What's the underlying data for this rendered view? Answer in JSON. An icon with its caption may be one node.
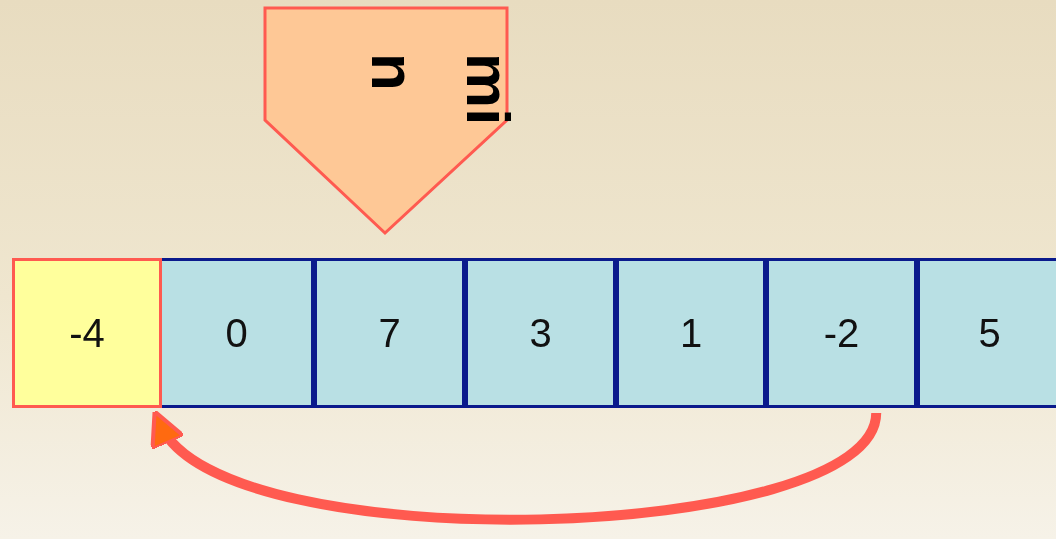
{
  "diagram": {
    "nodes": [
      {
        "text": [
          "min"
        ]
      },
      {
        "text": [
          "-4"
        ]
      },
      {
        "text": [
          "0"
        ]
      },
      {
        "text": [
          "7"
        ]
      },
      {
        "text": [
          "3"
        ]
      },
      {
        "text": [
          "1"
        ]
      },
      {
        "text": [
          "-2"
        ]
      },
      {
        "text": [
          "5"
        ]
      }
    ],
    "edges": [
      {
        "from": 6,
        "to": 1,
        "arrow": "to"
      }
    ]
  }
}
